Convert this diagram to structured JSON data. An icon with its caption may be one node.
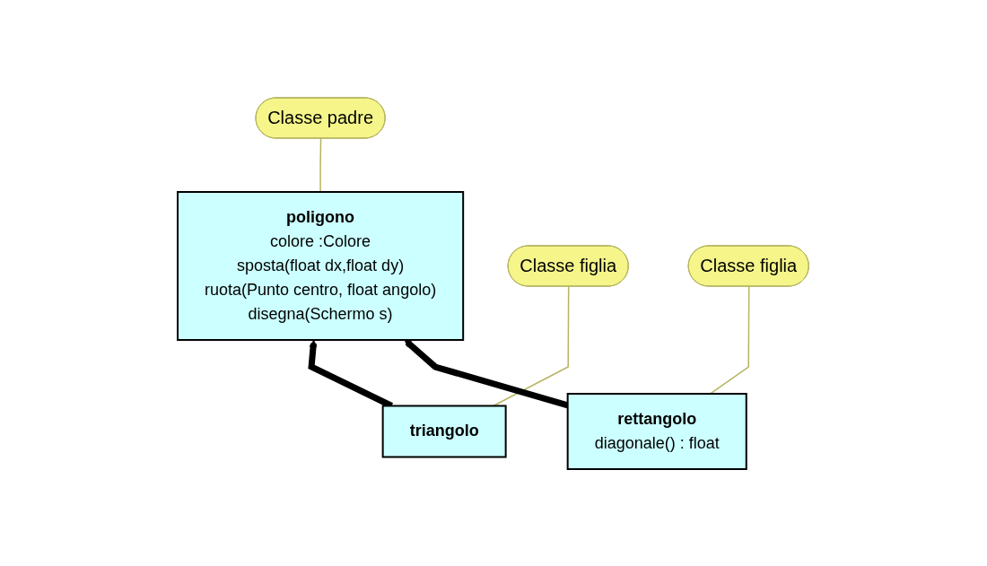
{
  "diagram": {
    "nodes": [
      {
        "text": [
          "Classe padre"
        ]
      },
      {
        "text": [
          "poligono",
          "colore :Colore",
          "sposta(float dx,float dy)",
          "ruota(Punto centro, float angolo)",
          "disegna(Schermo s)"
        ]
      },
      {
        "text": [
          "Classe figlia"
        ]
      },
      {
        "text": [
          "triangolo"
        ]
      },
      {
        "text": [
          "Classe figlia"
        ]
      },
      {
        "text": [
          "rettangolo",
          "diagonale() : float"
        ]
      }
    ],
    "edges": [
      {
        "from": 1,
        "to": 0,
        "arrow": "none"
      },
      {
        "from": 3,
        "to": 2,
        "arrow": "none"
      },
      {
        "from": 5,
        "to": 4,
        "arrow": "none"
      },
      {
        "from": 3,
        "to": 1,
        "arrow": "to",
        "style": "thick",
        "color": "#000000"
      },
      {
        "from": 5,
        "to": 1,
        "arrow": "to",
        "style": "thick",
        "color": "#000000"
      }
    ]
  }
}
